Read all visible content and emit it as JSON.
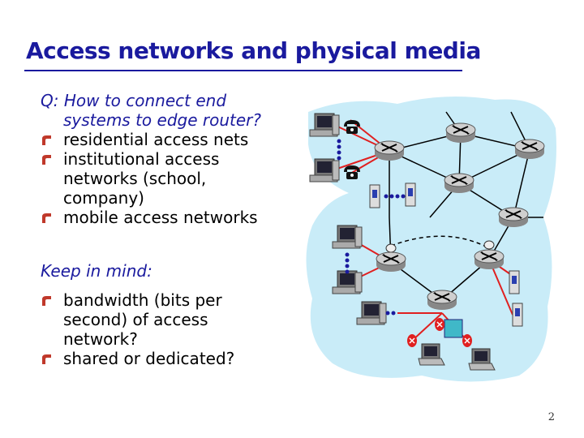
{
  "slide": {
    "title": "Access networks and physical media",
    "question_line1": "Q: How to connect end",
    "question_line2": "systems to edge router?",
    "bullets_top": [
      [
        "residential access nets"
      ],
      [
        "institutional access",
        "networks (school,",
        "company)"
      ],
      [
        "mobile access networks"
      ]
    ],
    "keep_heading": "Keep in mind:",
    "bullets_bottom": [
      [
        "bandwidth (bits per",
        "second) of access",
        "network?"
      ],
      [
        "shared or dedicated?"
      ]
    ],
    "page_number": "2"
  },
  "colors": {
    "title": "#1a1a9e",
    "bullet": "#c0392b",
    "cloud": "#c9ecf8",
    "link_access": "#e02020",
    "link_core": "#000000",
    "dots": "#1a1a9e"
  },
  "diagram_icons": [
    "router-icon",
    "desktop-computer-icon",
    "telephone-icon",
    "server-icon",
    "laptop-icon",
    "wireless-antenna-icon",
    "access-point-icon"
  ]
}
